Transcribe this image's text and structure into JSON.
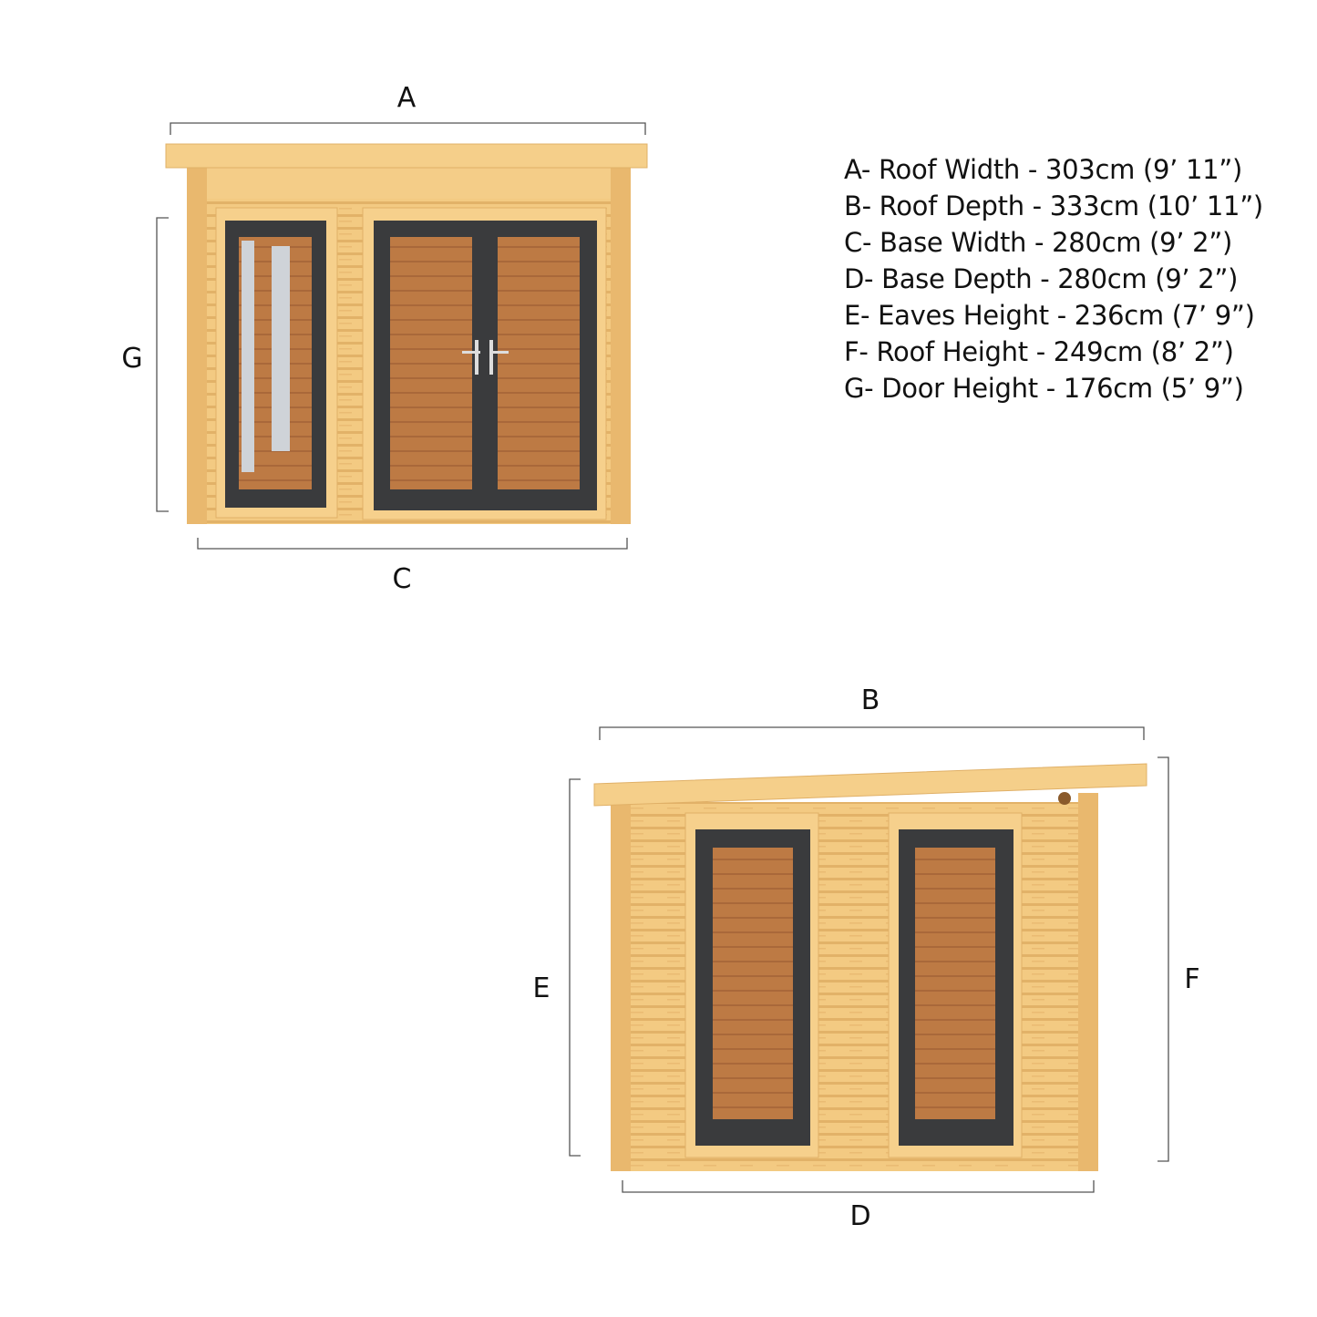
{
  "colors": {
    "wood": "#f2c77e",
    "wood_dark": "#dca95c",
    "frame": "#3a3b3d",
    "glass": "#b8743f",
    "dimension_line": "#555555"
  },
  "front_view": {
    "labels": {
      "top": "A",
      "side": "G",
      "bottom": "C"
    }
  },
  "side_view": {
    "labels": {
      "top": "B",
      "left": "E",
      "right": "F",
      "bottom": "D"
    }
  },
  "legend": [
    "A- Roof Width - 303cm (9’ 11”)",
    "B- Roof Depth - 333cm (10’ 11”)",
    "C- Base Width - 280cm (9’ 2”)",
    "D- Base Depth - 280cm (9’ 2”)",
    "E- Eaves Height - 236cm (7’ 9”)",
    "F- Roof Height - 249cm (8’ 2”)",
    "G- Door Height - 176cm (5’ 9”)"
  ]
}
